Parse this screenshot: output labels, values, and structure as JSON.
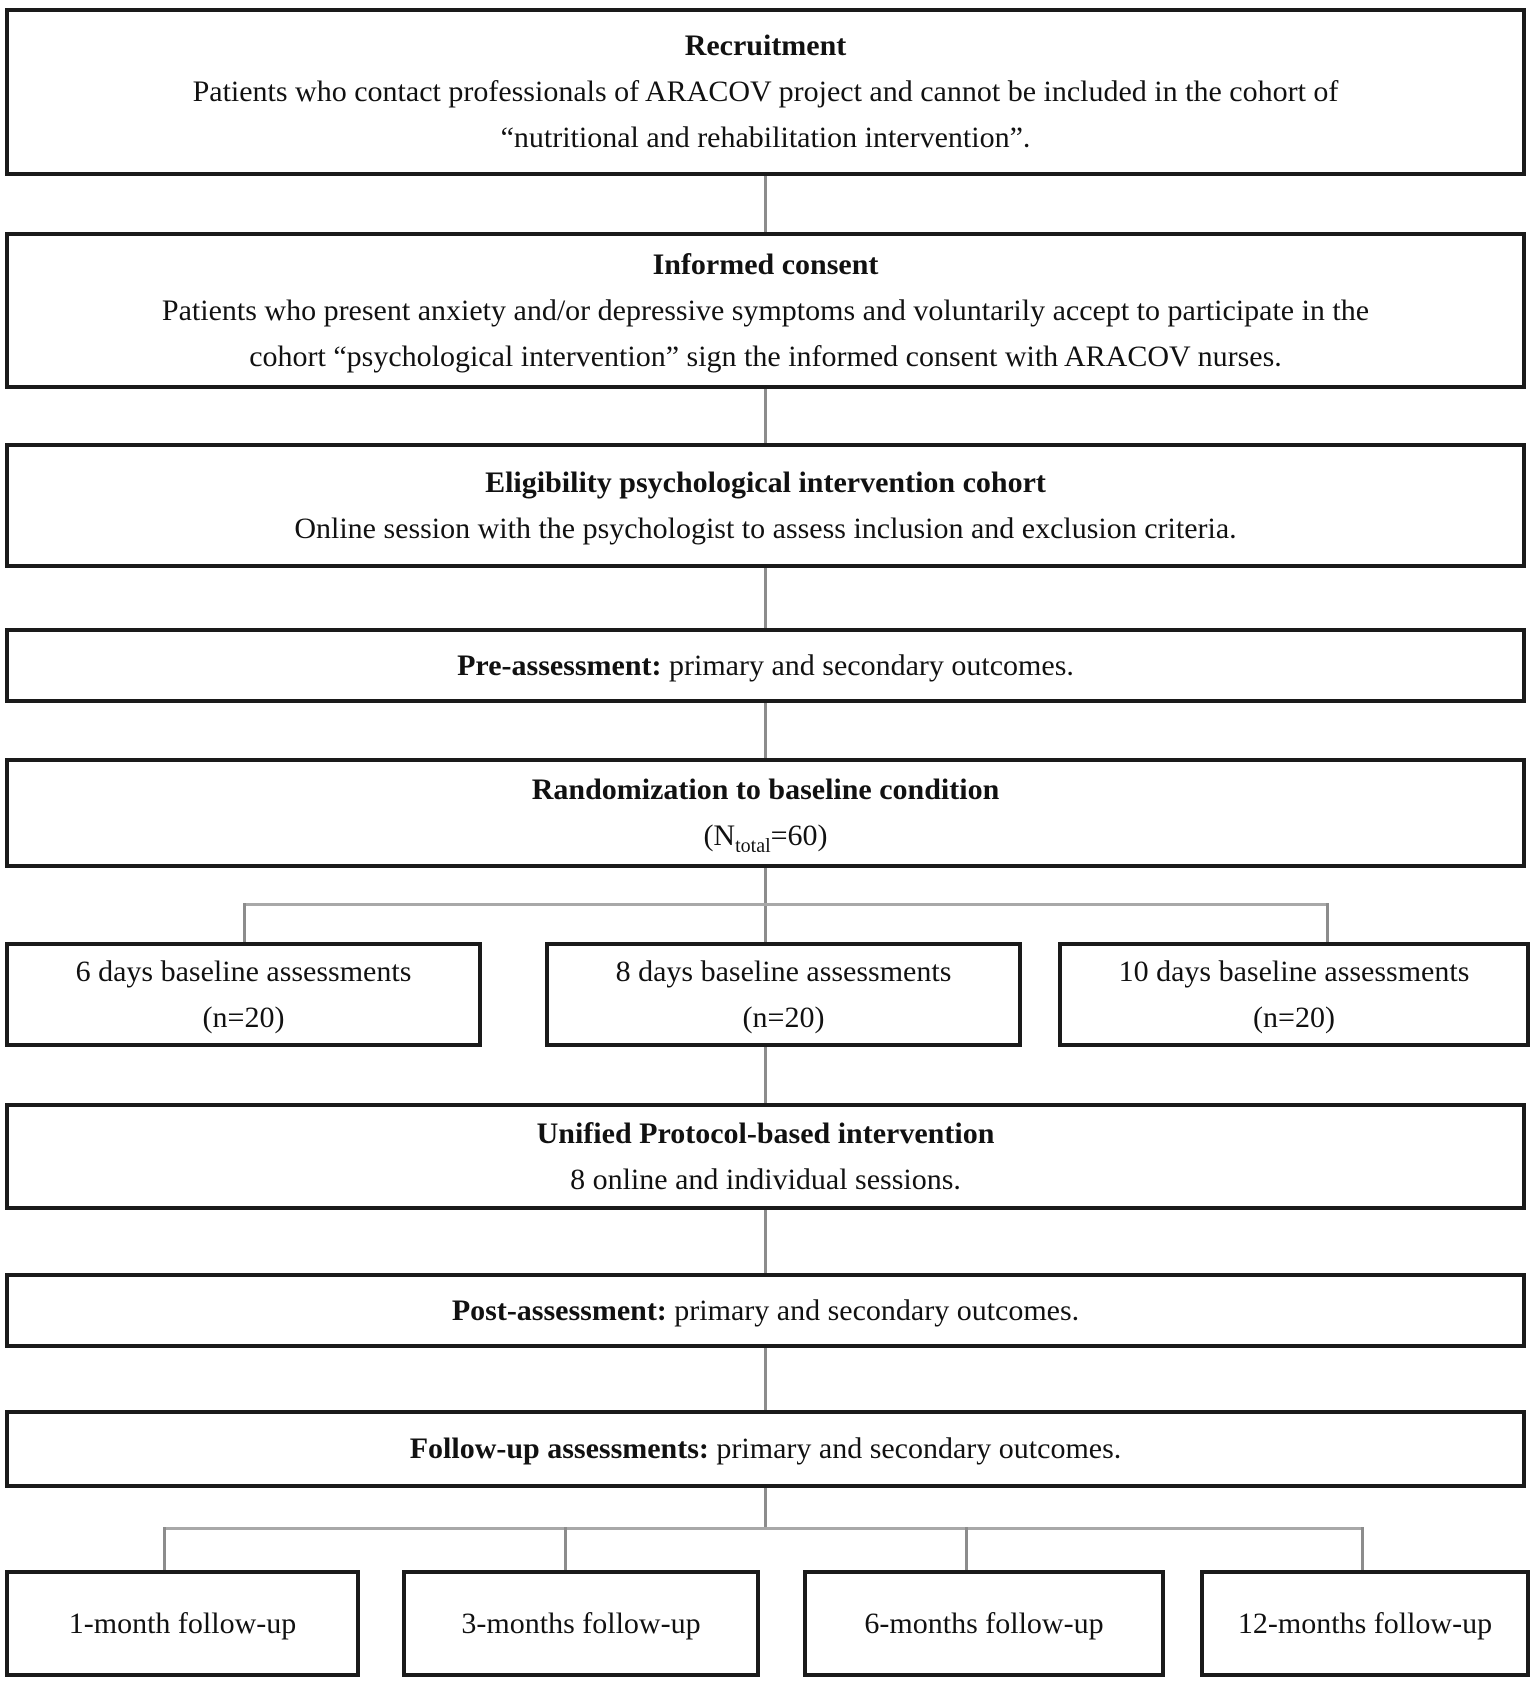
{
  "figure": {
    "type": "study-flow-diagram",
    "background_color": "#ffffff",
    "box_border_color": "#1a1a1a",
    "text_color": "#111111",
    "connector_vertical_color": "#8c8c8c",
    "connector_horizontal_color": "#a8a8a8"
  },
  "boxes": {
    "recruitment": {
      "title": "Recruitment",
      "lines": [
        "Patients who contact professionals of ARACOV project and cannot be included in the cohort of",
        "“nutritional and rehabilitation intervention”."
      ]
    },
    "informed_consent": {
      "title": "Informed consent",
      "lines": [
        "Patients who present anxiety and/or depressive symptoms and voluntarily accept to participate in the",
        "cohort “psychological intervention” sign the informed consent with ARACOV nurses."
      ]
    },
    "eligibility": {
      "title": "Eligibility psychological intervention cohort",
      "lines": [
        "Online session with the psychologist to assess inclusion and exclusion criteria."
      ]
    },
    "pre_assessment": {
      "bold": "Pre-assessment:",
      "rest": " primary and secondary outcomes."
    },
    "randomization": {
      "title": "Randomization to baseline condition",
      "n_open": "(N",
      "n_sub": "total",
      "n_close": "=60)"
    },
    "baseline_6": {
      "line1": "6 days baseline assessments",
      "line2": "(n=20)"
    },
    "baseline_8": {
      "line1": "8 days baseline assessments",
      "line2": "(n=20)"
    },
    "baseline_10": {
      "line1": "10 days baseline assessments",
      "line2": "(n=20)"
    },
    "unified_protocol": {
      "title": "Unified Protocol-based intervention",
      "lines": [
        "8 online and individual sessions."
      ]
    },
    "post_assessment": {
      "bold": "Post-assessment:",
      "rest": " primary and secondary outcomes."
    },
    "follow_up": {
      "bold": "Follow-up assessments:",
      "rest": " primary and secondary outcomes."
    },
    "fu_1m": {
      "label": "1-month follow-up"
    },
    "fu_3m": {
      "label": "3-months follow-up"
    },
    "fu_6m": {
      "label": "6-months follow-up"
    },
    "fu_12m": {
      "label": "12-months follow-up"
    }
  }
}
